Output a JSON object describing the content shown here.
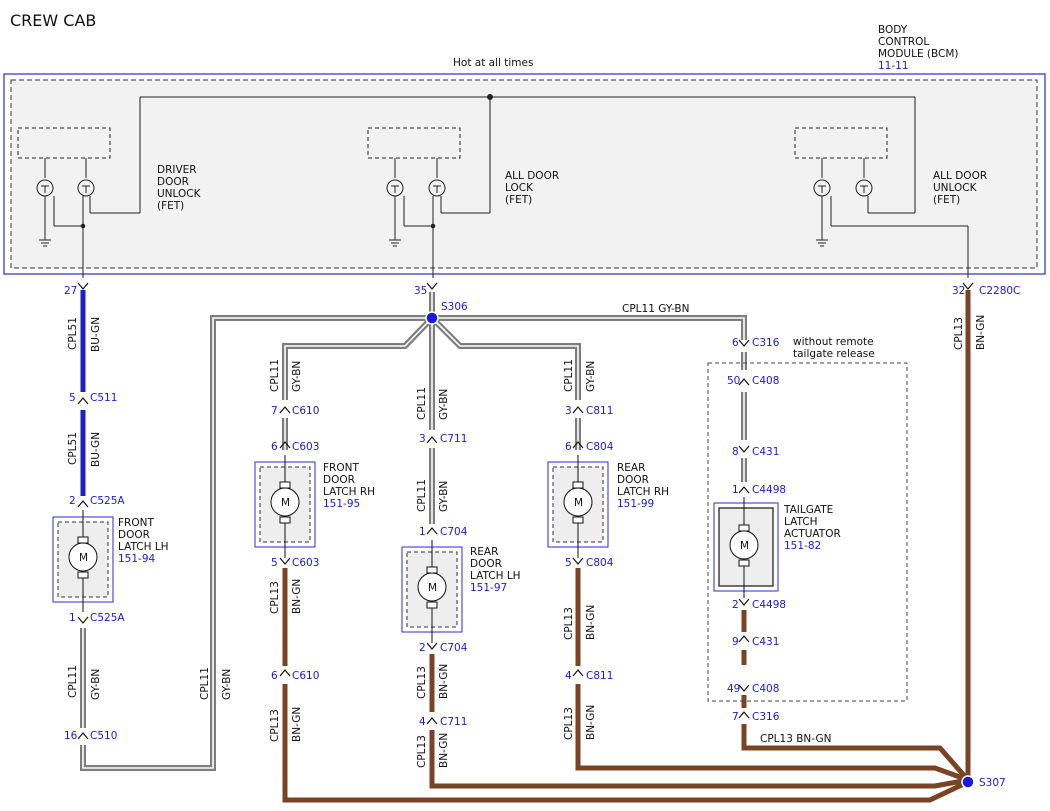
{
  "title": "CREW CAB",
  "bcm": {
    "name_lines": [
      "BODY",
      "CONTROL",
      "MODULE (BCM)"
    ],
    "ref": "11-11",
    "hot_label": "Hot at all times",
    "fets": [
      {
        "lines": [
          "DRIVER",
          "DOOR",
          "UNLOCK",
          "(FET)"
        ]
      },
      {
        "lines": [
          "ALL DOOR",
          "LOCK",
          "(FET)"
        ]
      },
      {
        "lines": [
          "ALL DOOR",
          "UNLOCK",
          "(FET)"
        ]
      }
    ]
  },
  "splices": {
    "s306": "S306",
    "s307": "S307"
  },
  "note_tailgate": [
    "without remote",
    "tailgate release"
  ],
  "wires": {
    "cpl51": "CPL51",
    "bu_gn": "BU-GN",
    "cpl11": "CPL11",
    "gy_bn": "GY-BN",
    "cpl13": "CPL13",
    "bn_gn": "BN-GN",
    "h1": "CPL11   GY-BN",
    "h2": "CPL13   BN-GN"
  },
  "components": {
    "front_lh": {
      "lines": [
        "FRONT",
        "DOOR",
        "LATCH LH"
      ],
      "ref": "151-94"
    },
    "front_rh": {
      "lines": [
        "FRONT",
        "DOOR",
        "LATCH RH"
      ],
      "ref": "151-95"
    },
    "rear_lh": {
      "lines": [
        "REAR",
        "DOOR",
        "LATCH LH"
      ],
      "ref": "151-97"
    },
    "rear_rh": {
      "lines": [
        "REAR",
        "DOOR",
        "LATCH RH"
      ],
      "ref": "151-99"
    },
    "tailgate": {
      "lines": [
        "TAILGATE",
        "LATCH",
        "ACTUATOR"
      ],
      "ref": "151-82"
    },
    "motor_symbol": "M"
  },
  "connectors": {
    "p27": {
      "pin": "27",
      "name": ""
    },
    "p35": {
      "pin": "35",
      "name": ""
    },
    "p32": {
      "pin": "32",
      "name": "C2280C"
    },
    "c511": {
      "pin": "5",
      "name": "C511"
    },
    "c525a_2": {
      "pin": "2",
      "name": "C525A"
    },
    "c525a_1": {
      "pin": "1",
      "name": "C525A"
    },
    "c510": {
      "pin": "16",
      "name": "C510"
    },
    "c610_7": {
      "pin": "7",
      "name": "C610"
    },
    "c603_6": {
      "pin": "6",
      "name": "C603"
    },
    "c603_5": {
      "pin": "5",
      "name": "C603"
    },
    "c610_6": {
      "pin": "6",
      "name": "C610"
    },
    "c711_3": {
      "pin": "3",
      "name": "C711"
    },
    "c704_1": {
      "pin": "1",
      "name": "C704"
    },
    "c704_2": {
      "pin": "2",
      "name": "C704"
    },
    "c711_4": {
      "pin": "4",
      "name": "C711"
    },
    "c811_3": {
      "pin": "3",
      "name": "C811"
    },
    "c804_6": {
      "pin": "6",
      "name": "C804"
    },
    "c804_5": {
      "pin": "5",
      "name": "C804"
    },
    "c811_4": {
      "pin": "4",
      "name": "C811"
    },
    "c316_6": {
      "pin": "6",
      "name": "C316"
    },
    "c408_50": {
      "pin": "50",
      "name": "C408"
    },
    "c431_8": {
      "pin": "8",
      "name": "C431"
    },
    "c4498_1": {
      "pin": "1",
      "name": "C4498"
    },
    "c4498_2": {
      "pin": "2",
      "name": "C4498"
    },
    "c431_9": {
      "pin": "9",
      "name": "C431"
    },
    "c408_49": {
      "pin": "49",
      "name": "C408"
    },
    "c316_7": {
      "pin": "7",
      "name": "C316"
    }
  },
  "colors": {
    "blue_wire": "#1f1fc8",
    "brown_wire": "#7a4424",
    "gray_wire": "#7d7d7d",
    "frame_blue": "#2a2ad8",
    "bcm_fill": "#f2f2f2"
  }
}
